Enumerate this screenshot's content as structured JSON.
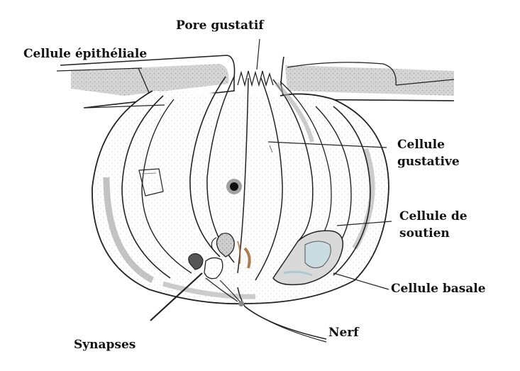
{
  "labels": {
    "pore_gustatif": "Pore gustatif",
    "cellule_epitheliale": "Cellule épithéliale",
    "cellule_gustative": [
      "Cellule",
      "gustative"
    ],
    "cellule_de_soutien": [
      "Cellule de",
      "soutien"
    ],
    "cellule_basale": "Cellule basale",
    "synapses": "Synapses",
    "nerf": "Nerf"
  },
  "colors": {
    "outline": "#222222",
    "stipple": "#b3b3b3",
    "nucleus": "#111111",
    "synapse_brown": "#a0662e",
    "basal_tint": "#9fc6cf"
  }
}
